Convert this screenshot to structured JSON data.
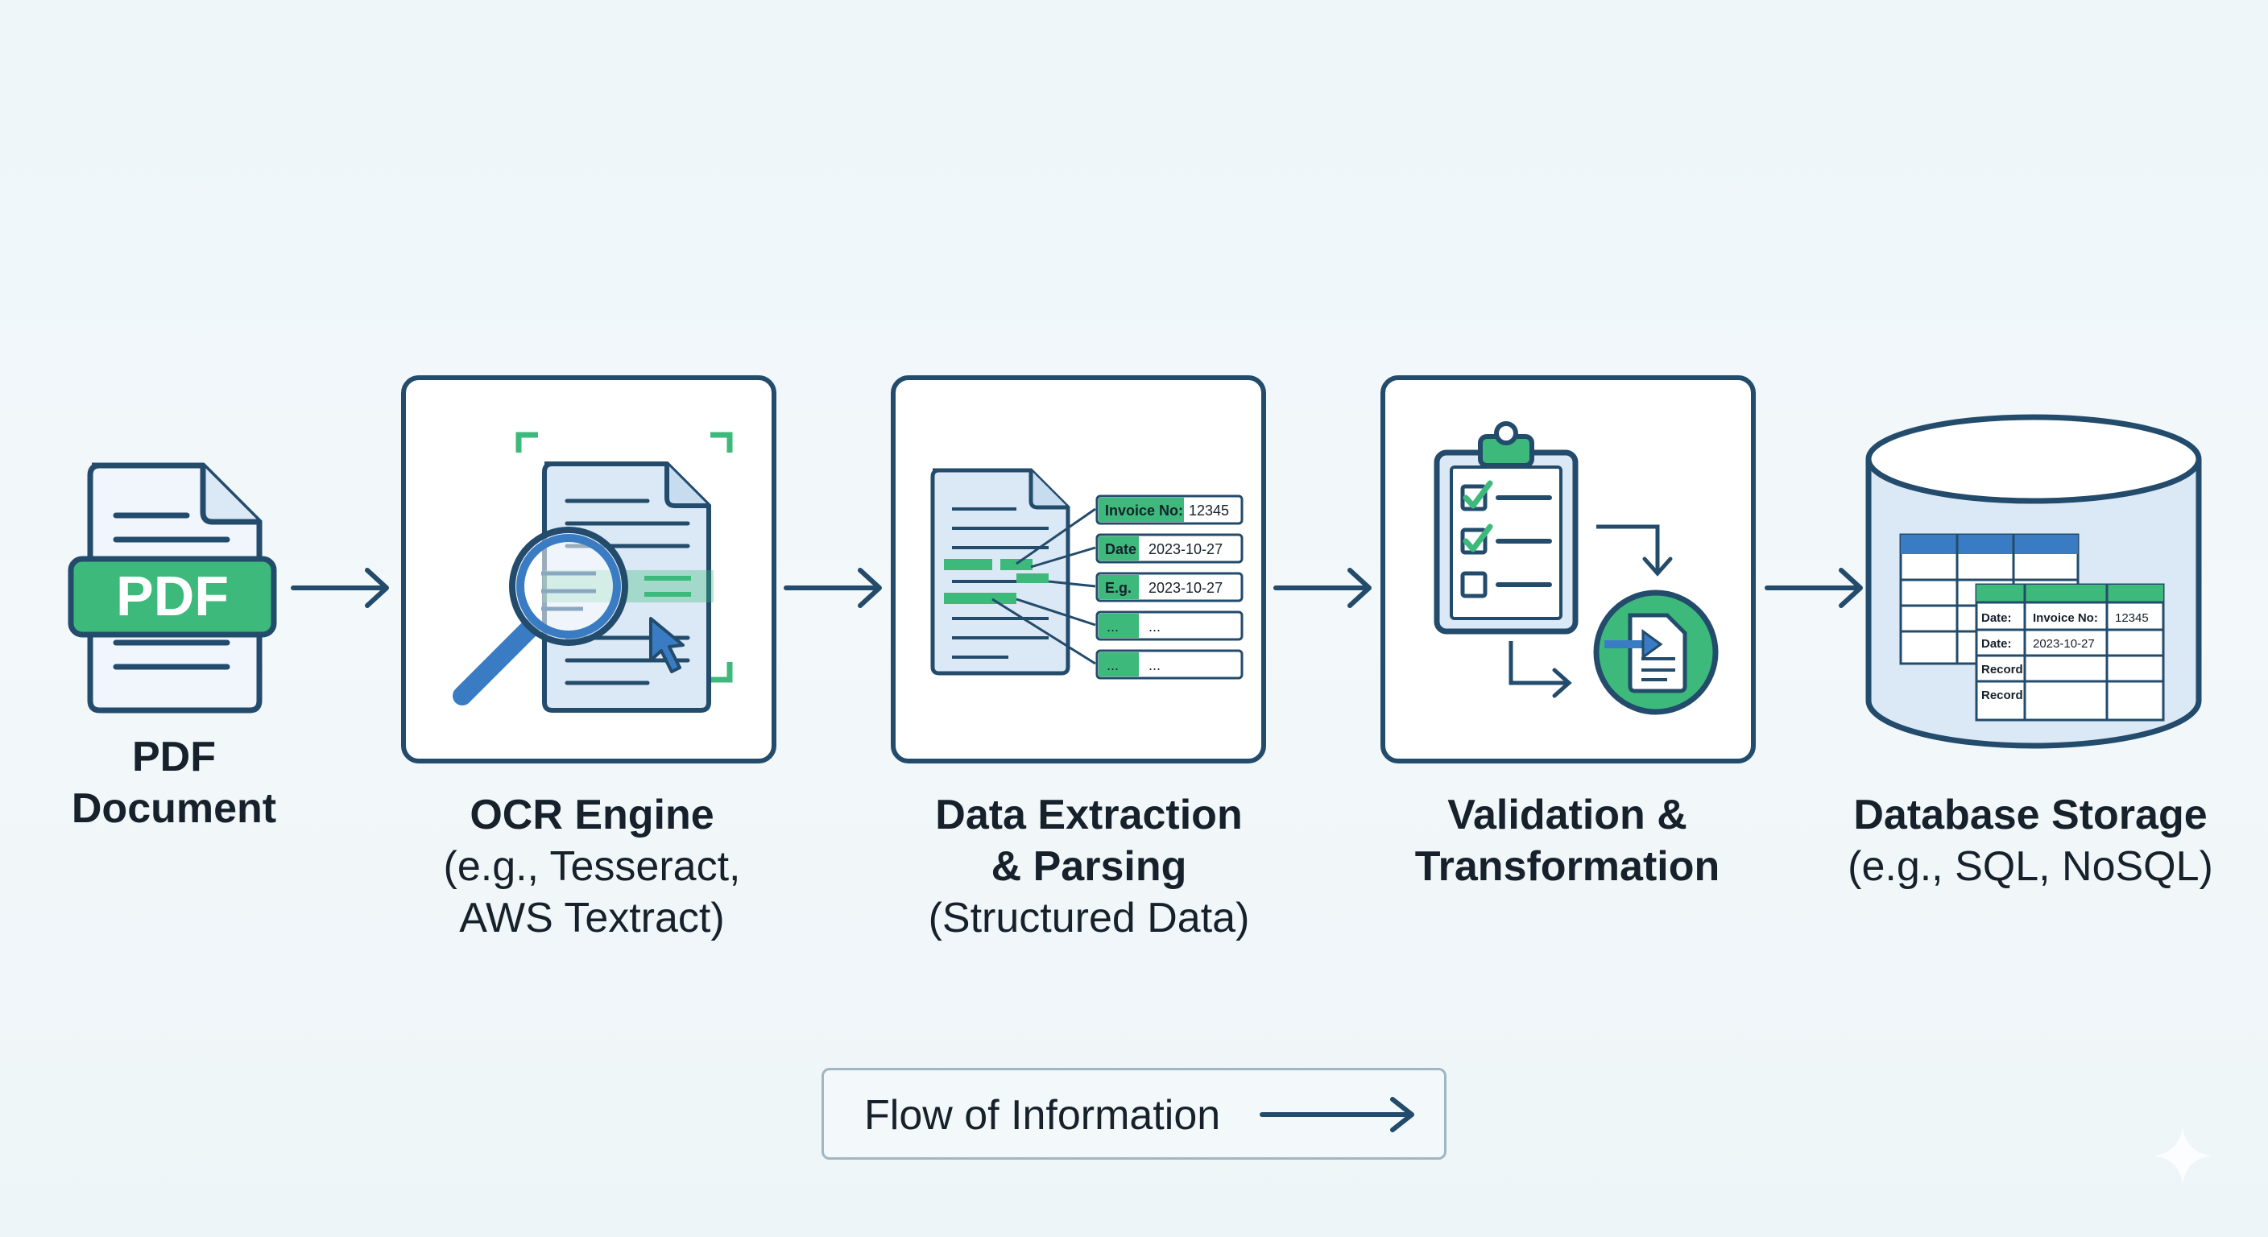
{
  "stages": [
    {
      "title": "PDF",
      "title2": "Document"
    },
    {
      "title": "OCR Engine",
      "sub1": "(e.g., Tesseract,",
      "sub2": "AWS Textract)"
    },
    {
      "title": "Data Extraction",
      "title2": "& Parsing",
      "sub1": "(Structured Data)"
    },
    {
      "title": "Validation &",
      "title2": "Transformation"
    },
    {
      "title": "Database Storage",
      "sub1": "(e.g., SQL, NoSQL)"
    }
  ],
  "pdf_icon": {
    "badge": "PDF"
  },
  "extraction_fields": [
    {
      "key": "Invoice No:",
      "value": "12345"
    },
    {
      "key": "Date",
      "value": "2023-10-27"
    },
    {
      "key": "E.g.",
      "value": "2023-10-27"
    },
    {
      "key": "...",
      "value": "..."
    },
    {
      "key": "...",
      "value": "..."
    }
  ],
  "db_table": {
    "rows": [
      {
        "key": "Date:",
        "value": "Invoice No:",
        "extra": "12345"
      },
      {
        "key": "Date:",
        "value": "2023-10-27",
        "extra": ""
      },
      {
        "key": "Record",
        "value": "",
        "extra": ""
      },
      {
        "key": "Record",
        "value": "",
        "extra": ""
      }
    ]
  },
  "legend": {
    "label": "Flow of Information"
  },
  "colors": {
    "navy": "#234b6b",
    "green": "#3dba7b",
    "blue": "#3a7cc4",
    "light_blue": "#dbe8f5"
  }
}
